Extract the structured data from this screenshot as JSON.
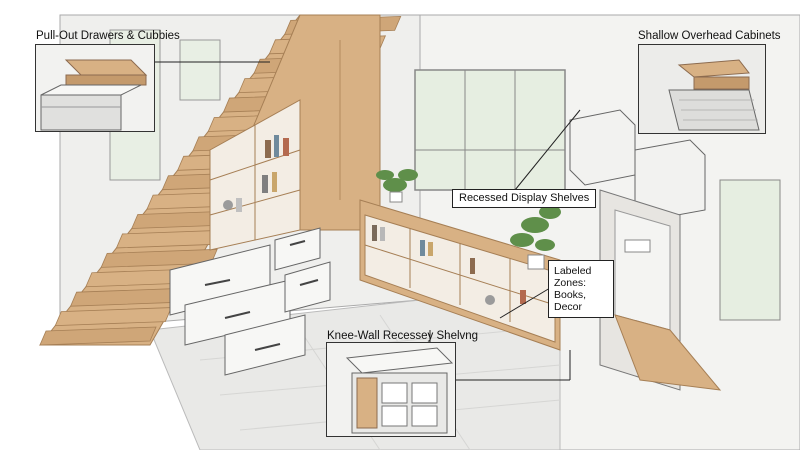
{
  "callouts": {
    "drawers": "Pull-Out Drawers & Cubbies",
    "overhead": "Shallow Overhead Cabinets",
    "display": "Recessed Display Shelves",
    "zones": "Labeled Zones: Books, Decor",
    "kneewall": "Knee-Wall Recessey Shelvng"
  },
  "colors": {
    "wood": "#d8b184",
    "wood_dark": "#c49a6c",
    "wall": "#efefed",
    "white_panel": "#f7f7f5",
    "floor": "#e9e9e7",
    "line": "#555555",
    "plant": "#5f8f4a"
  }
}
